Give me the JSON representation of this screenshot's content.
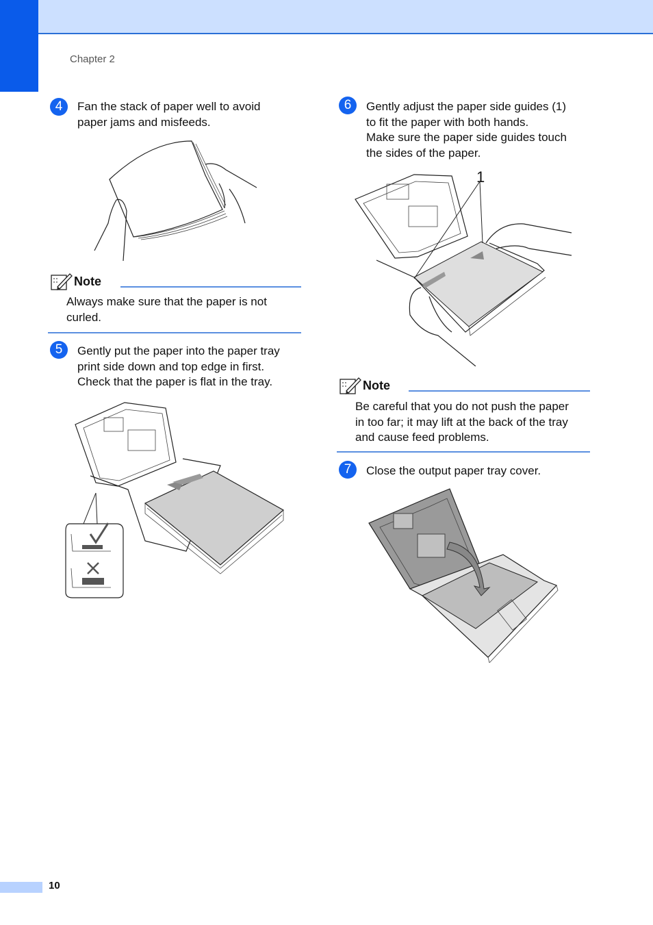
{
  "header": {
    "chapter": "Chapter 2"
  },
  "steps": [
    {
      "num": "4",
      "text_lines": [
        "Fan the stack of paper well to avoid",
        "paper jams and misfeeds."
      ]
    },
    {
      "num": "5",
      "text_lines": [
        "Gently put the paper into the paper tray",
        "print side down and top edge in first.",
        "Check that the paper is flat in the tray."
      ]
    },
    {
      "num": "6",
      "text_lines": [
        "Gently adjust the paper side guides (1)",
        "to fit the paper with both hands.",
        "Make sure the paper side guides touch",
        "the sides of the paper."
      ]
    },
    {
      "num": "7",
      "text_lines": [
        "Close the output paper tray cover."
      ]
    }
  ],
  "notes": [
    {
      "label": "Note",
      "lines": [
        "Always make sure that the paper is not",
        "curled."
      ]
    },
    {
      "label": "Note",
      "lines": [
        "Be careful that you do not push the paper",
        "in too far; it may lift at the back of the tray",
        "and cause feed problems."
      ]
    }
  ],
  "callout_label": "1",
  "footer": {
    "page_number": "10"
  },
  "colors": {
    "accent": "#0a5bea",
    "band": "#cce0ff",
    "rule": "#5a8fe0"
  }
}
